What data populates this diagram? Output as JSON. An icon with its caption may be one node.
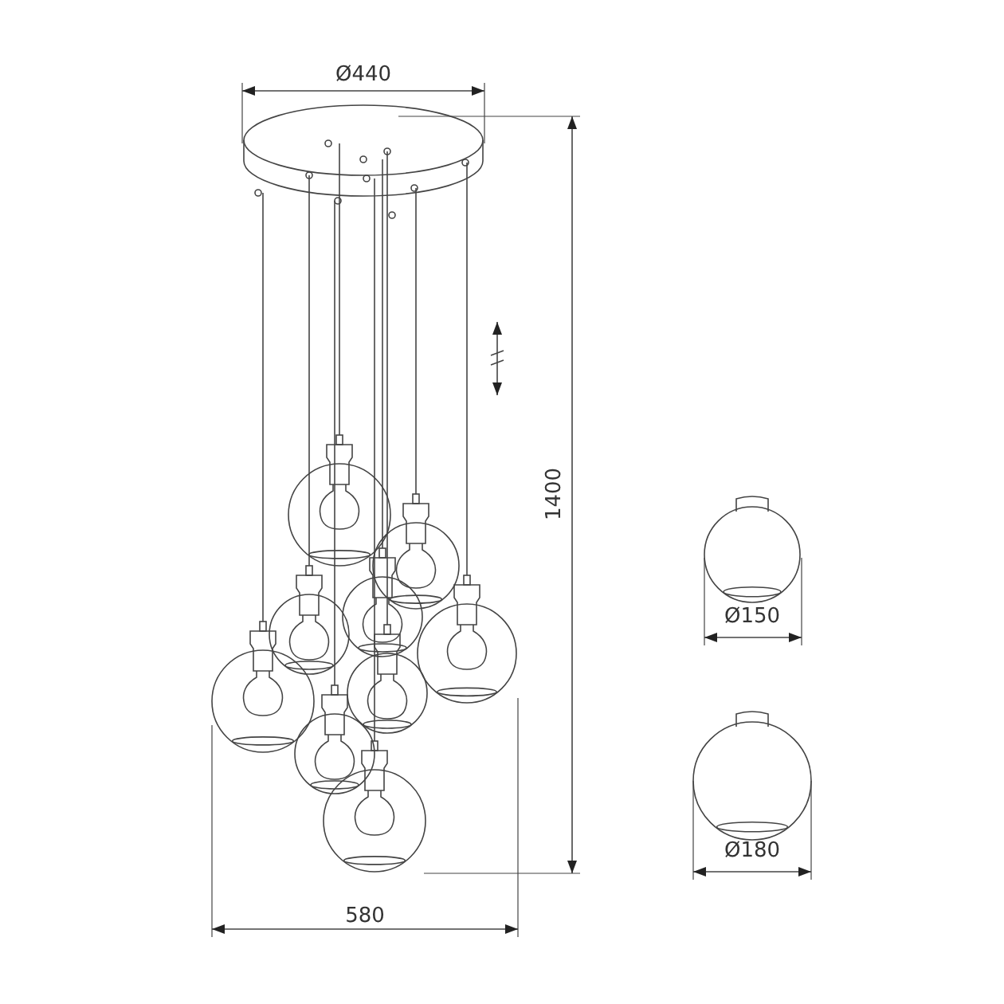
{
  "diagram": {
    "labels": [
      "Ø440",
      "1400",
      "Ø150",
      "Ø180",
      "580"
    ]
  }
}
